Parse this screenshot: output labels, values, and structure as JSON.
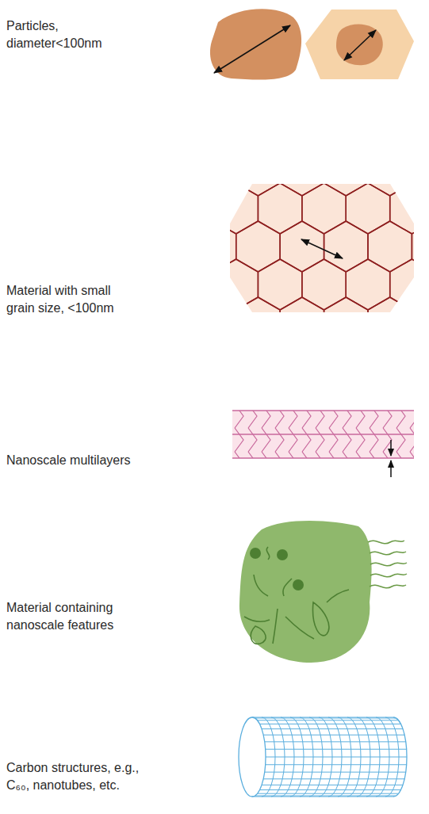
{
  "diagram": {
    "labels": [
      "Particles, diameter<100nm",
      "Material with small grain size, <100nm",
      "Nanoscale multilayers",
      "Material containing nanoscale features",
      "Carbon structures, e.g., C₆₀, nanotubes, etc."
    ]
  }
}
